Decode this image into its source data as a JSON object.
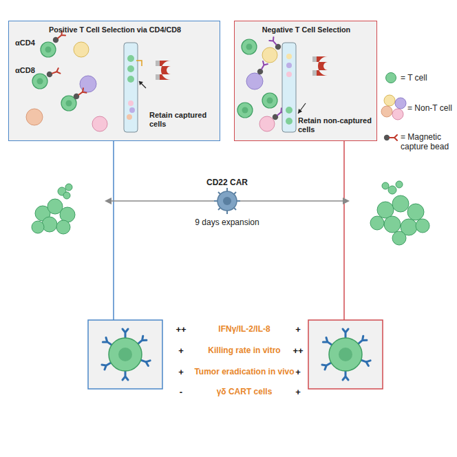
{
  "diagram": {
    "nodes": [
      {
        "text": [
          "Positive T Cell Selection via CD4/CD8",
          "Retain captured cells"
        ]
      },
      {
        "text": [
          "Negative T Cell Selection",
          "Retain non-captured cells"
        ]
      }
    ],
    "labels": [
      "αCD4",
      "αCD8",
      "CD22 CAR",
      "9 days expansion",
      "++",
      "IFNγ/IL-2/IL-8",
      "+",
      "+",
      "Killing rate in vitro",
      "++",
      "+",
      "Tumor eradication in vivo",
      "+",
      "-",
      "γδ CART cells",
      "+"
    ],
    "legend": [
      {
        "text": "= T cell",
        "color": "#7fcf98"
      },
      {
        "text": "= Non-T cell"
      },
      {
        "text": "= Magnetic capture bead"
      }
    ]
  }
}
